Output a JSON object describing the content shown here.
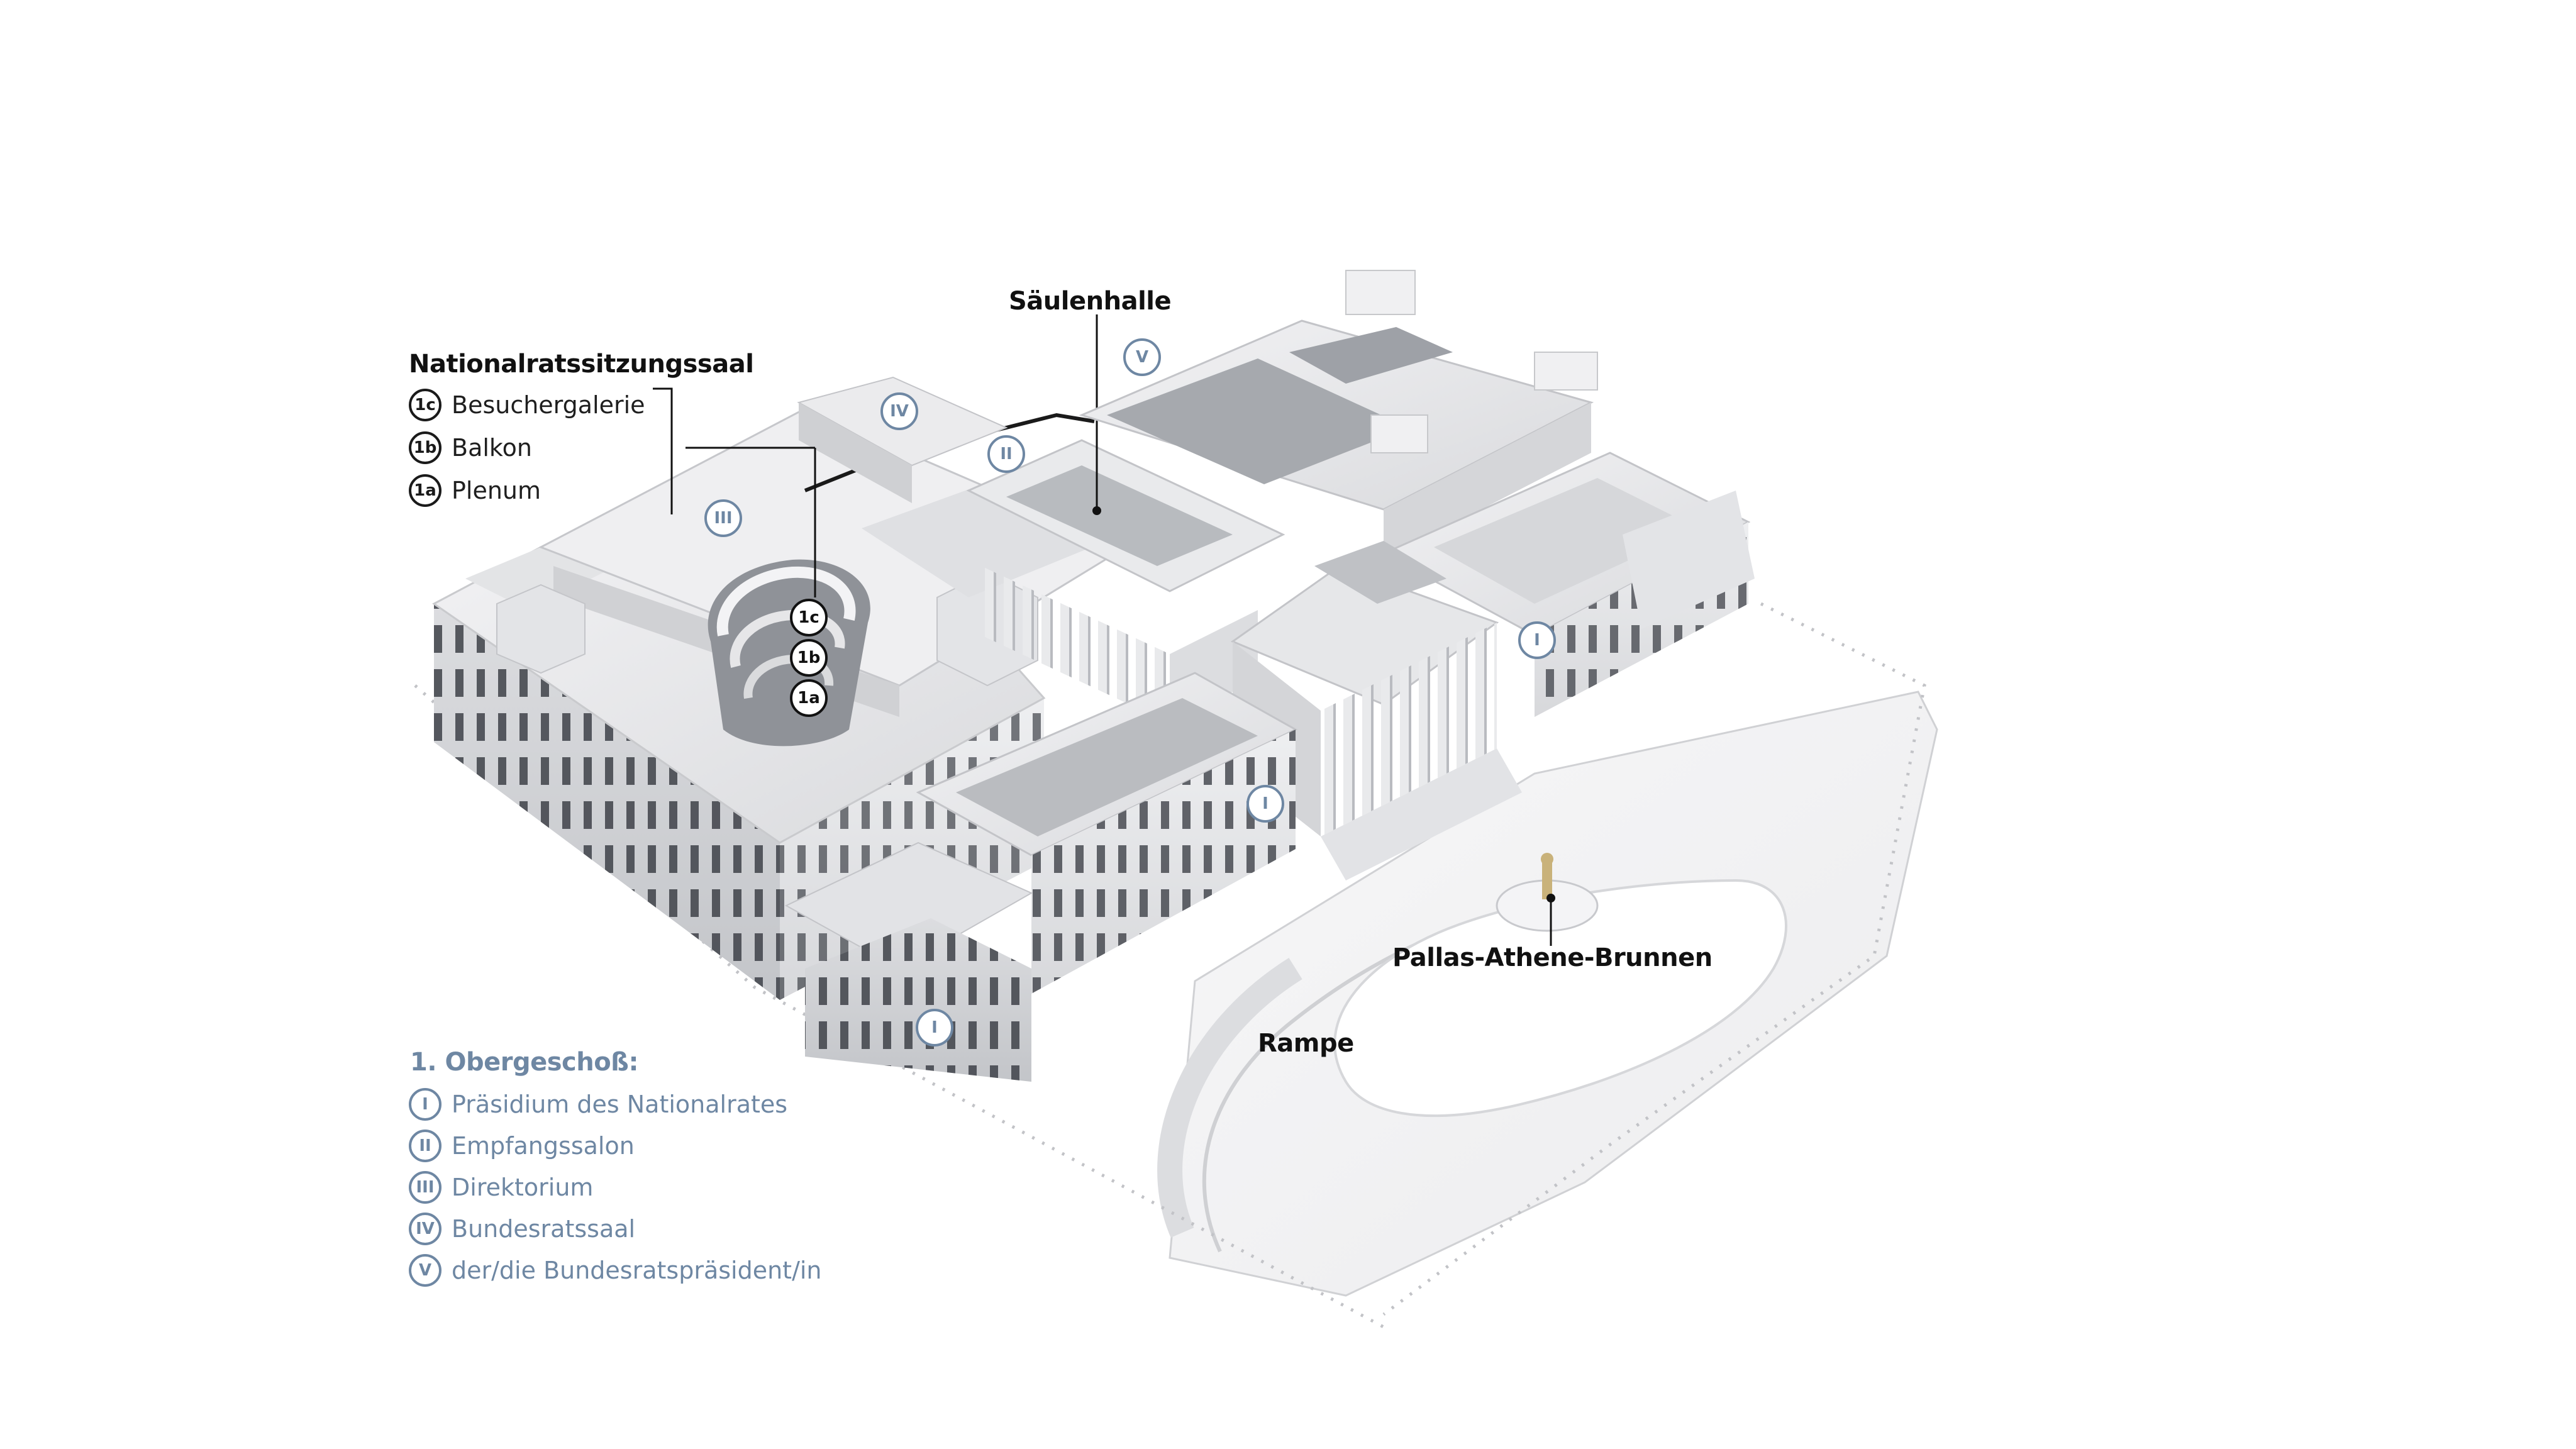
{
  "nationalrat": {
    "title": "Nationalratssitzungssaal",
    "items": [
      {
        "badge": "1c",
        "label": "Besuchergalerie"
      },
      {
        "badge": "1b",
        "label": "Balkon"
      },
      {
        "badge": "1a",
        "label": "Plenum"
      }
    ]
  },
  "floor": {
    "title": "1. Obergeschoß:",
    "items": [
      {
        "badge": "I",
        "label": "Präsidium des Nationalrates"
      },
      {
        "badge": "II",
        "label": "Empfangssalon"
      },
      {
        "badge": "III",
        "label": "Direktorium"
      },
      {
        "badge": "IV",
        "label": "Bundesratssaal"
      },
      {
        "badge": "V",
        "label": "der/die Bundesratspräsident/in"
      }
    ]
  },
  "callouts": {
    "saeulenhalle": "Säulenhalle",
    "pallas": "Pallas-Athene-Brunnen",
    "rampe": "Rampe"
  },
  "map_badges": {
    "i": "I",
    "ii": "II",
    "iii": "III",
    "iv": "IV",
    "v": "V",
    "c1c": "1c",
    "c1b": "1b",
    "c1a": "1a"
  },
  "colors": {
    "accent_blue": "#6e87a3",
    "label_dark": "#111111",
    "building_light": "#ececee",
    "building_mid": "#d4d5d8",
    "building_dark": "#a9abb0"
  }
}
